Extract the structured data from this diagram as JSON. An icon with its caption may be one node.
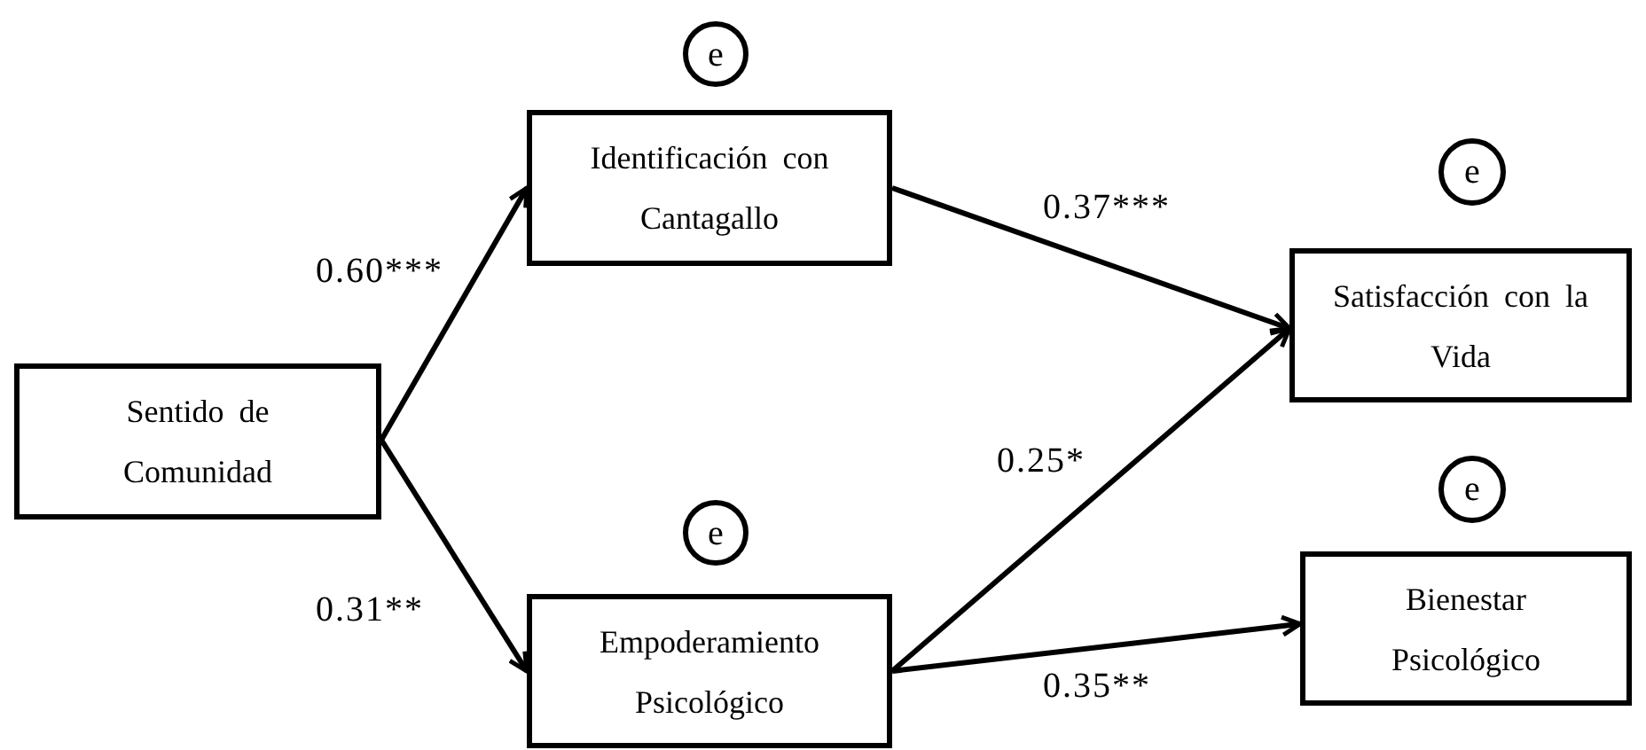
{
  "diagram": {
    "nodes": [
      {
        "text": [
          "Sentido de Comunidad"
        ]
      },
      {
        "text": [
          "Identificación con Cantagallo"
        ]
      },
      {
        "text": [
          "Empoderamiento Psicológico"
        ]
      },
      {
        "text": [
          "Satisfacción con la Vida"
        ]
      },
      {
        "text": [
          "Bienestar Psicológico"
        ]
      },
      {
        "text": [
          "e"
        ]
      },
      {
        "text": [
          "e"
        ]
      },
      {
        "text": [
          "e"
        ]
      },
      {
        "text": [
          "e"
        ]
      }
    ],
    "edges": [
      {
        "from": 0,
        "to": 1,
        "arrow": "to",
        "label": "0.60***"
      },
      {
        "from": 0,
        "to": 2,
        "arrow": "to",
        "label": "0.31**"
      },
      {
        "from": 1,
        "to": 3,
        "arrow": "to",
        "label": "0.37***"
      },
      {
        "from": 2,
        "to": 3,
        "arrow": "to",
        "label": "0.25*"
      },
      {
        "from": 2,
        "to": 4,
        "arrow": "to",
        "label": "0.35**"
      }
    ]
  }
}
